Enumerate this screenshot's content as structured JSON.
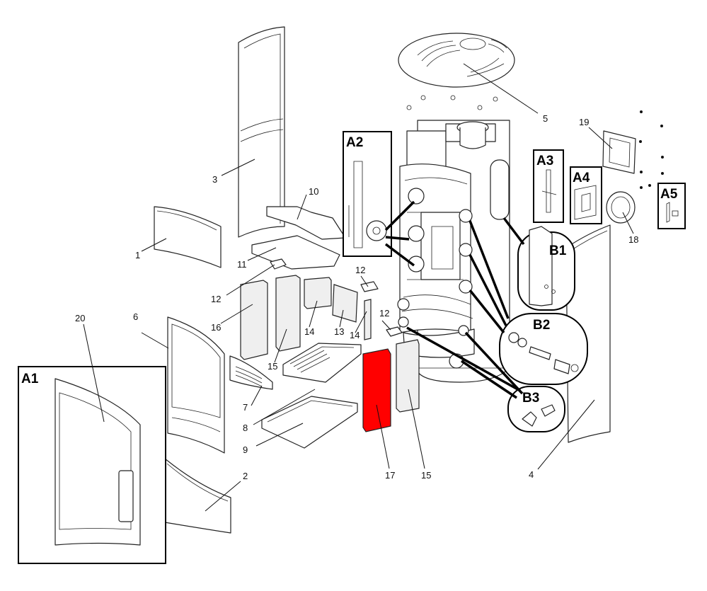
{
  "parts": [
    {
      "id": "p1",
      "label": "1"
    },
    {
      "id": "p2",
      "label": "2"
    },
    {
      "id": "p3",
      "label": "3"
    },
    {
      "id": "p4",
      "label": "4"
    },
    {
      "id": "p5",
      "label": "5"
    },
    {
      "id": "p6",
      "label": "6"
    },
    {
      "id": "p7",
      "label": "7"
    },
    {
      "id": "p8",
      "label": "8"
    },
    {
      "id": "p9",
      "label": "9"
    },
    {
      "id": "p10",
      "label": "10"
    },
    {
      "id": "p11",
      "label": "11"
    },
    {
      "id": "p12a",
      "label": "12"
    },
    {
      "id": "p12b",
      "label": "12"
    },
    {
      "id": "p12c",
      "label": "12"
    },
    {
      "id": "p13",
      "label": "13"
    },
    {
      "id": "p14a",
      "label": "14"
    },
    {
      "id": "p14b",
      "label": "14"
    },
    {
      "id": "p15a",
      "label": "15"
    },
    {
      "id": "p15b",
      "label": "15"
    },
    {
      "id": "p16",
      "label": "16"
    },
    {
      "id": "p17",
      "label": "17",
      "highlight_color": "#ff0000"
    },
    {
      "id": "p18",
      "label": "18"
    },
    {
      "id": "p19",
      "label": "19"
    },
    {
      "id": "p20",
      "label": "20"
    }
  ],
  "detail_boxes": [
    {
      "id": "A1",
      "label": "A1"
    },
    {
      "id": "A2",
      "label": "A2"
    },
    {
      "id": "A3",
      "label": "A3"
    },
    {
      "id": "A4",
      "label": "A4"
    },
    {
      "id": "A5",
      "label": "A5"
    }
  ],
  "detail_bubbles": [
    {
      "id": "B1",
      "label": "B1"
    },
    {
      "id": "B2",
      "label": "B2"
    },
    {
      "id": "B3",
      "label": "B3"
    }
  ],
  "colors": {
    "line": "#222222",
    "highlight": "#ff0000",
    "background": "#ffffff"
  }
}
